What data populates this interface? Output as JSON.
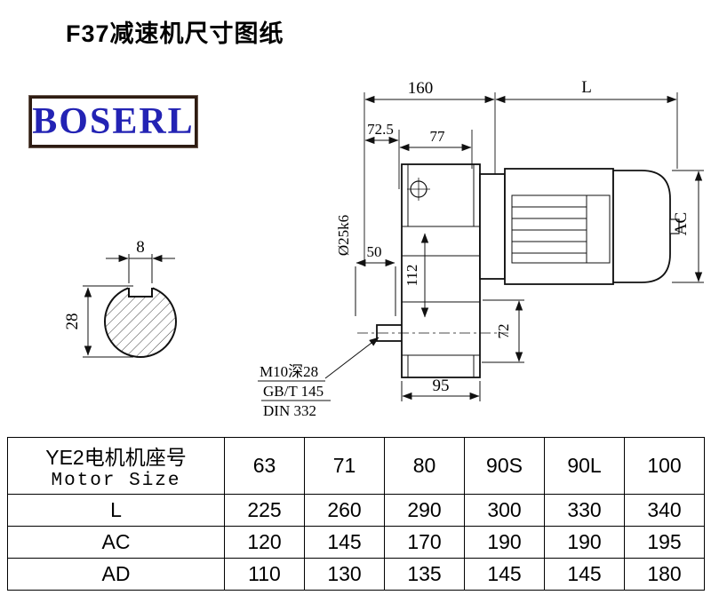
{
  "page": {
    "title": "F37减速机尺寸图纸"
  },
  "logo": {
    "text": "BOSERL",
    "text_color": "#2323b4",
    "border_color": "#2e1c12"
  },
  "drawing": {
    "labels": {
      "dim_160": "160",
      "dim_L": "L",
      "dim_72_5": "72.5",
      "dim_77": "77",
      "dim_8": "8",
      "dim_28": "28",
      "dim_shaft_dia": "Ø25k6",
      "dim_50": "50",
      "dim_112": "112",
      "dim_AC": "AC",
      "dim_72": "72",
      "dim_95": "95",
      "note_thread": "M10深28",
      "note_gb": "GB/T 145",
      "note_din": "DIN 332"
    }
  },
  "table": {
    "header": {
      "label_cn": "YE2电机机座号",
      "label_en": "Motor Size",
      "sizes": [
        "63",
        "71",
        "80",
        "90S",
        "90L",
        "100"
      ]
    },
    "rows": [
      {
        "label": "L",
        "values": [
          "225",
          "260",
          "290",
          "300",
          "330",
          "340"
        ]
      },
      {
        "label": "AC",
        "values": [
          "120",
          "145",
          "170",
          "190",
          "190",
          "195"
        ]
      },
      {
        "label": "AD",
        "values": [
          "110",
          "130",
          "135",
          "145",
          "145",
          "180"
        ]
      }
    ]
  }
}
